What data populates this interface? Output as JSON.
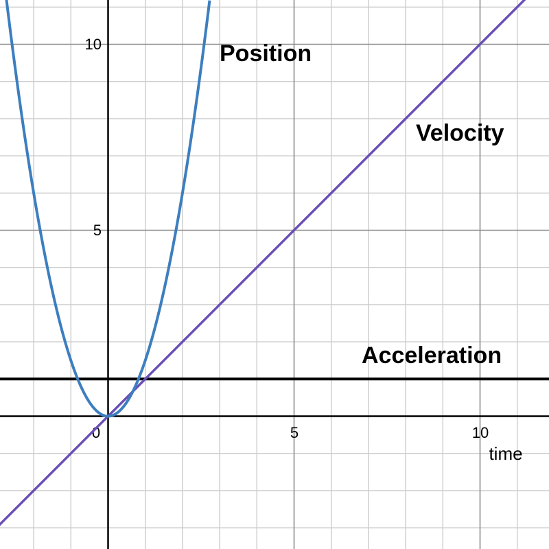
{
  "chart_data": {
    "type": "line",
    "title": "",
    "xlabel": "time",
    "ylabel": "",
    "xlim": [
      -2.9,
      11.85
    ],
    "ylim": [
      -3.57,
      11.19
    ],
    "grid": true,
    "minor_grid_step": 1,
    "major_grid_step": 5,
    "x_ticks": [
      {
        "value": 0,
        "label": "0"
      },
      {
        "value": 5,
        "label": "5"
      },
      {
        "value": 10,
        "label": "10"
      }
    ],
    "y_ticks": [
      {
        "value": 5,
        "label": "5"
      },
      {
        "value": 10,
        "label": "10"
      }
    ],
    "series": [
      {
        "name": "Position",
        "expression": "y = 1.5 t^2",
        "color": "#3d7ebf",
        "points": [
          [
            -2.6,
            10.14
          ],
          [
            -2,
            6
          ],
          [
            -1,
            1.5
          ],
          [
            0,
            0
          ],
          [
            1,
            1.5
          ],
          [
            2,
            6
          ],
          [
            2.6,
            10.14
          ]
        ]
      },
      {
        "name": "Velocity",
        "expression": "y = t",
        "color": "#6a4fb5",
        "points": [
          [
            -2.9,
            -2.9
          ],
          [
            0,
            0
          ],
          [
            5,
            5
          ],
          [
            10,
            10
          ],
          [
            11.85,
            11.85
          ]
        ]
      },
      {
        "name": "Acceleration",
        "expression": "y = 1",
        "color": "#000000",
        "points": [
          [
            -2.9,
            1
          ],
          [
            11.85,
            1
          ]
        ]
      }
    ],
    "annotations": [
      {
        "text": "Position",
        "x": 3.0,
        "y": 9.6
      },
      {
        "text": "Velocity",
        "x": 8.4,
        "y": 7.4
      },
      {
        "text": "Acceleration",
        "x": 6.8,
        "y": 1.5
      }
    ]
  },
  "labels": {
    "position": "Position",
    "velocity": "Velocity",
    "acceleration": "Acceleration",
    "x_axis_title": "time",
    "x_tick_0": "0",
    "x_tick_5": "5",
    "x_tick_10": "10",
    "y_tick_5": "5",
    "y_tick_10": "10"
  },
  "colors": {
    "position": "#3d7ebf",
    "velocity": "#6a4fb5",
    "acceleration": "#000000",
    "minor_grid": "#cccccc",
    "major_grid": "#8c8c8c",
    "axis": "#000000"
  }
}
